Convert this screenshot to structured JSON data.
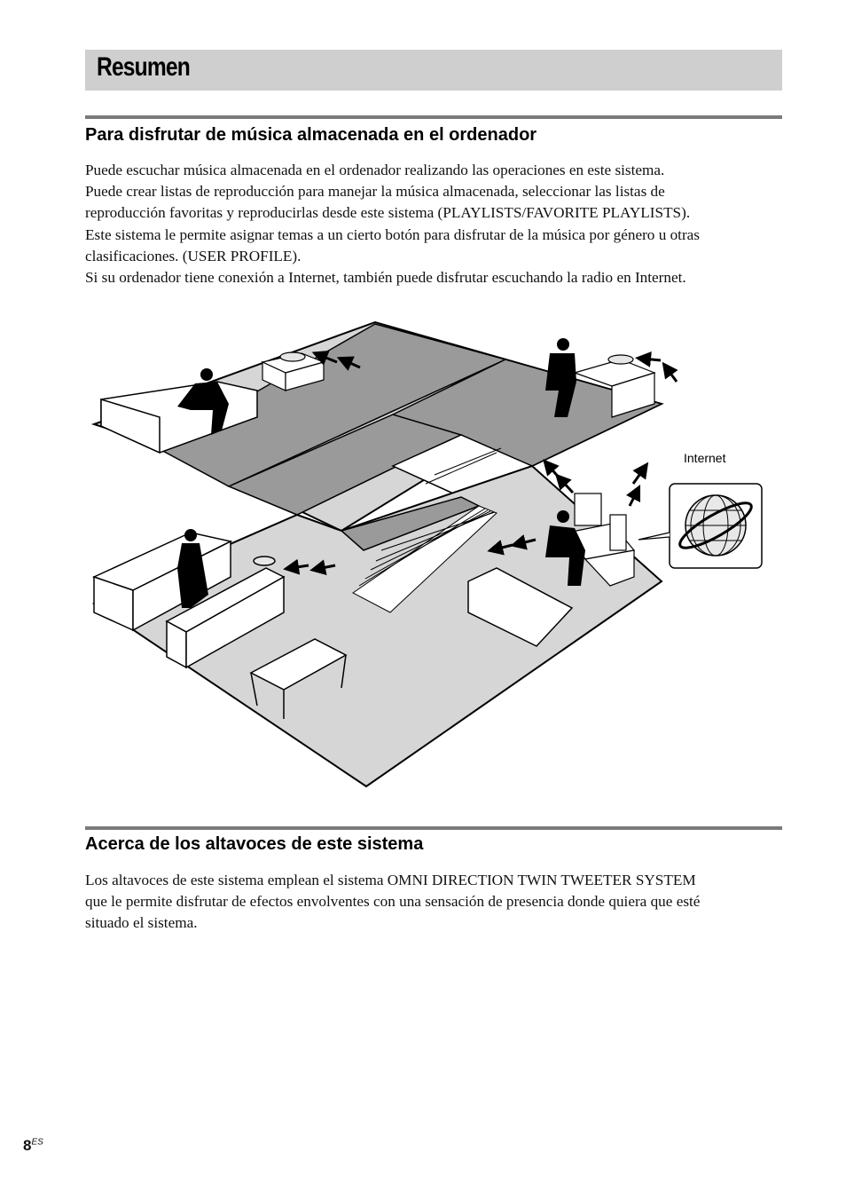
{
  "page": {
    "title": "Resumen",
    "section1": {
      "heading": "Para disfrutar de música almacenada en el ordenador",
      "lines": [
        "Puede escuchar música almacenada en el ordenador realizando las operaciones en este sistema.",
        "Puede crear listas de reproducción para manejar la música almacenada, seleccionar las listas de",
        "reproducción favoritas y reproducirlas desde este sistema (PLAYLISTS/FAVORITE PLAYLISTS).",
        "Este sistema le permite asignar temas a un cierto botón para disfrutar de la música por género u otras",
        "clasificaciones. (USER PROFILE).",
        "Si su ordenador tiene conexión a Internet, también puede disfrutar escuchando la radio en Internet."
      ]
    },
    "illustration": {
      "internet_label": "Internet",
      "colors": {
        "floor_dark": "#9a9a9a",
        "floor_light": "#d6d6d6",
        "line": "#000000"
      }
    },
    "section2": {
      "heading": "Acerca de los altavoces de este sistema",
      "lines": [
        "Los altavoces de este sistema emplean el sistema OMNI DIRECTION TWIN TWEETER SYSTEM",
        "que le permite disfrutar de efectos envolventes con una sensación de presencia donde quiera que esté",
        "situado el sistema."
      ]
    },
    "page_number": "8",
    "page_suffix": "ES"
  }
}
